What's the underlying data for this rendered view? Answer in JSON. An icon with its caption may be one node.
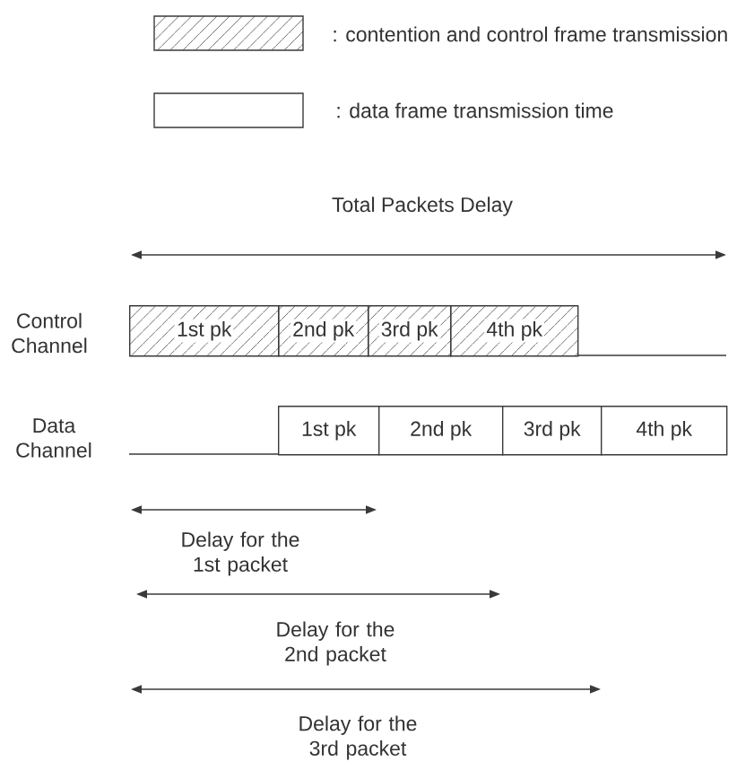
{
  "diagram": {
    "nodes": [
      {
        "text": [
          "1st pk"
        ]
      },
      {
        "text": [
          "2nd pk"
        ]
      },
      {
        "text": [
          "3rd pk"
        ]
      },
      {
        "text": [
          "4th pk"
        ]
      },
      {
        "text": [
          "1st pk"
        ]
      },
      {
        "text": [
          "2nd pk"
        ]
      },
      {
        "text": [
          "3rd pk"
        ]
      },
      {
        "text": [
          "4th pk"
        ]
      }
    ],
    "labels": [
      "Total Packets Delay",
      "Control Channel",
      "Data Channel",
      "Delay for the 1st packet",
      "Delay for the 2nd packet",
      "Delay for the 3rd packet"
    ],
    "legend": [
      {
        "text": ": contention and control frame transmission"
      },
      {
        "text": ": data frame transmission time"
      }
    ]
  }
}
